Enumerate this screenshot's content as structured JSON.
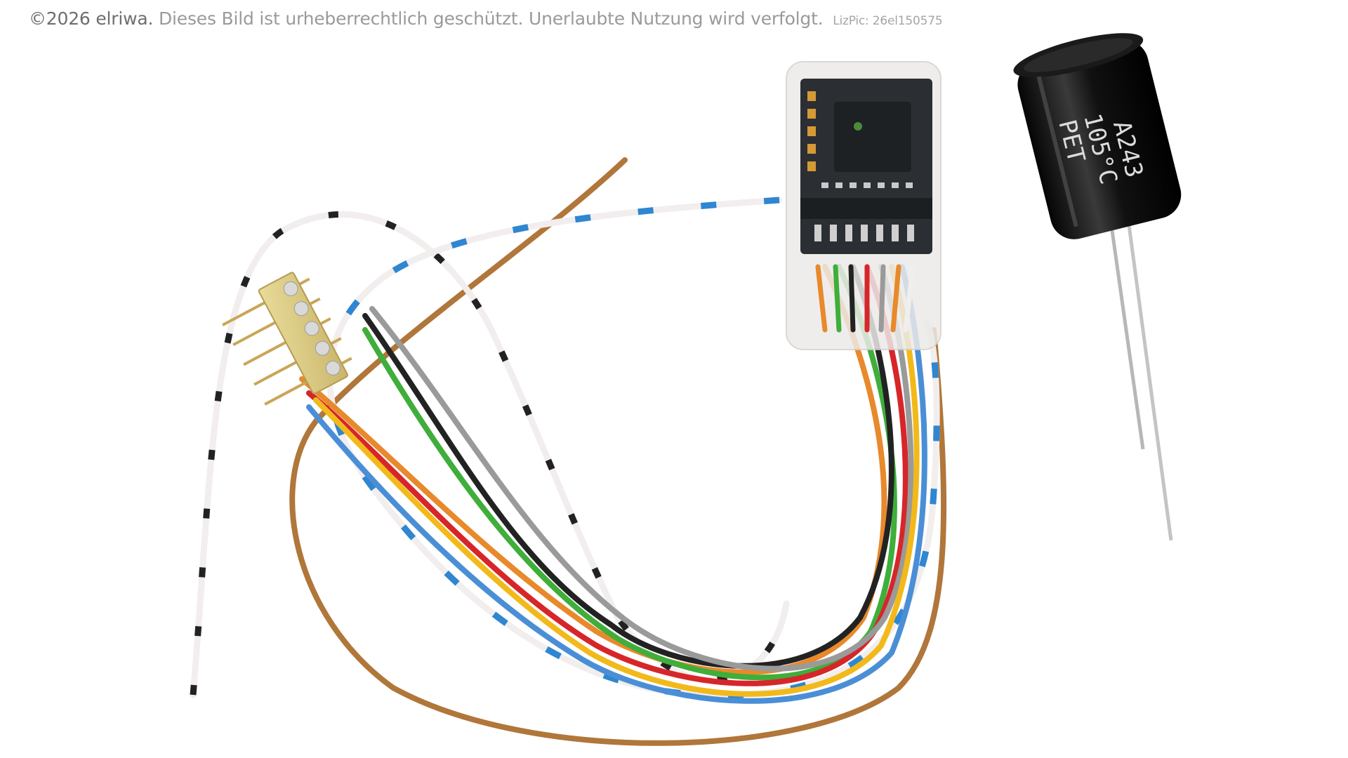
{
  "watermark": {
    "copyright": "©2026 elriwa.",
    "notice": "Dieses Bild ist urheberrechtlich geschützt. Unerlaubte Nutzung wird verfolgt.",
    "license": "LizPic: 26el150575"
  },
  "photo": {
    "capacitor_marking": [
      "A243",
      "105°C",
      "PET"
    ],
    "wire_colors": [
      "#e8892b",
      "#3fae3a",
      "#222222",
      "#d6262a",
      "#9a9a9a",
      "#f2b91b",
      "#4a8fd6",
      "#f1eeee"
    ]
  }
}
